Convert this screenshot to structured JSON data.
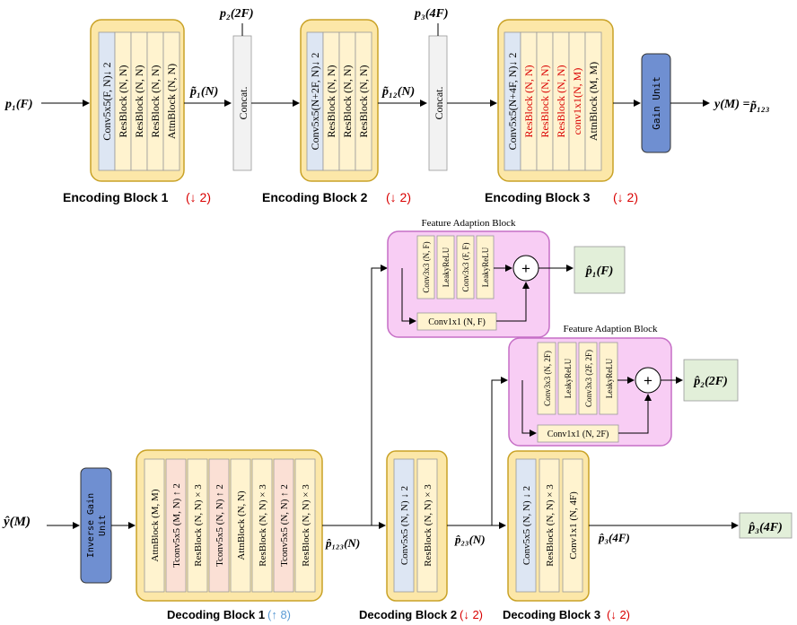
{
  "colors": {
    "block_fill": "#fce7a8",
    "block_stroke": "#c9a227",
    "layer_fill": "#fff3cf",
    "conv_fill": "#dde6f3",
    "tconv_fill": "#fbe0d5",
    "adapt_fill": "#f8cdf4",
    "adapt_stroke": "#c66fc6",
    "output_fill": "#e2efd9",
    "gain_fill": "#6f8fd1",
    "concat_fill": "#f2f2f2",
    "red": "#d90000",
    "blue": "#5b9bd5"
  },
  "inputs": {
    "p1": "p₁(F)",
    "p2": "p₂(2F)",
    "p3": "p₃(4F)",
    "p1_tilde": "p̃₁(N)",
    "p12_tilde": "p̃₁₂(N)",
    "y_out_lhs": "y(M) =",
    "y_out_rhs": "p̃₁₂₃",
    "y_hat": "ŷ(M)",
    "p123_hat": "p̂₁₂₃(N)",
    "p23_hat": "p̂₂₃(N)",
    "p3_hat_mid": "p̂₃(4F)"
  },
  "concat_label": "Concat.",
  "gain_unit": "Gain Unit",
  "inverse_gain_unit": [
    "Inverse Gain",
    "Unit"
  ],
  "encoding_blocks": [
    {
      "title": "Encoding Block 1",
      "factor": "(↓ 2)",
      "layers": [
        "Conv5x5(F, N)↓ 2",
        "ResBlock (N, N)",
        "ResBlock (N, N)",
        "ResBlock (N, N)",
        "AttnBlock (N, N)"
      ]
    },
    {
      "title": "Encoding Block 2",
      "factor": "(↓ 2)",
      "layers": [
        "Conv5x5(N+2F, N)↓ 2",
        "ResBlock (N, N)",
        "ResBlock (N, N)",
        "ResBlock (N, N)"
      ]
    },
    {
      "title": "Encoding Block 3",
      "factor": "(↓ 2)",
      "layers": [
        "Conv5x5(N+4F, N)↓ 2",
        "ResBlock (N, N)",
        "ResBlock (N, N)",
        "ResBlock (N, N)",
        "conv1x1(N, M)",
        "AttnBlock (M, M)"
      ]
    }
  ],
  "decoding_blocks": [
    {
      "title": "Decoding Block 1",
      "factor": "(↑ 8)",
      "layers": [
        "AttnBlock (M, M)",
        "Tconv5x5 (M, N) ↑ 2",
        "ResBlock (N, N) × 3",
        "Tconv5x5 (N, N) ↑ 2",
        "AttnBlock (N, N)",
        "ResBlock (N, N) × 3",
        "Tconv5x5 (N, N) ↑ 2",
        "ResBlock (N, N) × 3"
      ]
    },
    {
      "title": "Decoding Block 2",
      "factor": "(↓ 2)",
      "layers": [
        "Conv5x5 (N, N) ↓ 2",
        "ResBlock (N, N)  × 3"
      ]
    },
    {
      "title": "Decoding Block 3",
      "factor": "(↓ 2)",
      "layers": [
        "Conv5x5 (N, N) ↓ 2",
        "ResBlock (N, N) × 3",
        "Conv1x1 (N, 4F)"
      ]
    }
  ],
  "adaption_blocks": [
    {
      "title": "Feature Adaption Block",
      "layers": [
        "Conv3x3 (N, F)",
        "LeakyReLU",
        "Conv3x3 (F, F)",
        "LeakyReLU"
      ],
      "skip": "Conv1x1 (N, F)",
      "output": "p̂₁(F)"
    },
    {
      "title": "Feature Adaption Block",
      "layers": [
        "Conv3x3 (N, 2F)",
        "LeakyReLU",
        "Conv3x3 (2F, 2F)",
        "LeakyReLU"
      ],
      "skip": "Conv1x1 (N, 2F)",
      "output": "p̂₂(2F)"
    }
  ],
  "p3_hat_out": "p̂₃(4F)",
  "plus": "+"
}
